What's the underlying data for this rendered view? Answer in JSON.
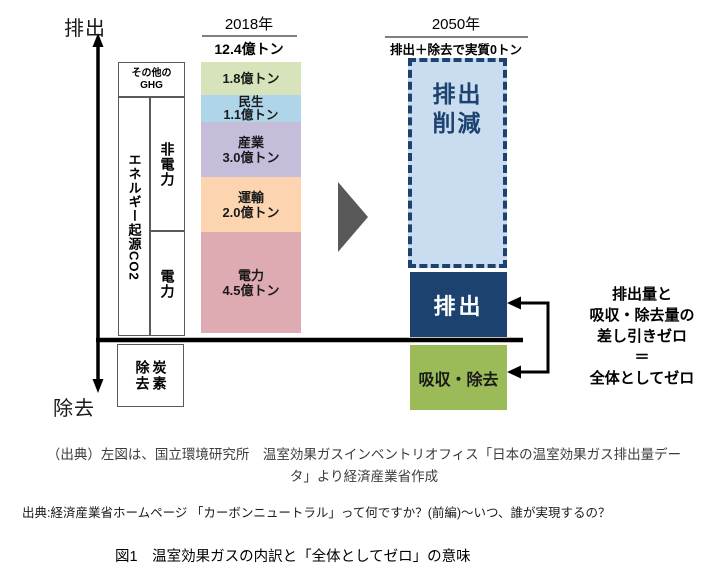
{
  "colors": {
    "navy": "#1c4370",
    "light_blue_fill": "#cadcef",
    "arrow_navy": "#2d5986",
    "green_box": "#9bbb59",
    "triangle_gray": "#595959",
    "seg_other_ghg": "#d6e3bb",
    "seg_minsei": "#aed5e8",
    "seg_sangyo": "#c6bddb",
    "seg_unyu": "#fcd5b0",
    "seg_denryoku": "#dfabb3"
  },
  "axis": {
    "emission": "排出",
    "removal": "除去"
  },
  "left_panel": {
    "other_ghg_line1": "その他の",
    "other_ghg_line2": "GHG",
    "energy_co2": "エネルギー起源CO2",
    "non_power": "非電力",
    "power": "電力",
    "carbon_removal_col_right": "炭素",
    "carbon_removal_col_left": "除去"
  },
  "bar_2018": {
    "year": "2018年",
    "total": "12.4億トン",
    "segments": [
      {
        "name": "その他GHG",
        "label": "",
        "value": "1.8億トン"
      },
      {
        "name": "民生",
        "label": "民生",
        "value": "1.1億トン"
      },
      {
        "name": "産業",
        "label": "産業",
        "value": "3.0億トン"
      },
      {
        "name": "運輸",
        "label": "運輸",
        "value": "2.0億トン"
      },
      {
        "name": "電力",
        "label": "電力",
        "value": "4.5億トン"
      }
    ]
  },
  "col_2050": {
    "year": "2050年",
    "subtitle": "排出＋除去で実質0トン",
    "reduction_line1": "排出",
    "reduction_line2": "削減",
    "emission": "排出",
    "absorption": "吸収・除去"
  },
  "right_note": {
    "line1": "排出量と",
    "line2": "吸収・除去量の",
    "line3": "差し引きゼロ",
    "line4": "＝",
    "line5": "全体としてゼロ"
  },
  "captions": {
    "source_left_line1": "（出典）左図は、国立環境研究所　温室効果ガスインベントリオフィス「日本の温室効果ガス排出量デー",
    "source_left_line2": "タ」より経済産業省作成",
    "source_page": "出典:経済産業省ホームページ 「カーボンニュートラル」って何ですか？(前編)～いつ、誰が実現するの？",
    "figure_title": "図1　温室効果ガスの内訳と「全体としてゼロ」の意味"
  }
}
